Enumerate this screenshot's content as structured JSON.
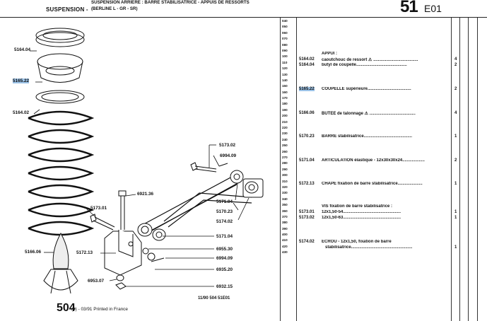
{
  "header": {
    "section": "SUSPENSION -",
    "subtitle_line1": "SUSPENSION ARRIERE : BARRE STABILISATRICE - APPUIS DE RESSORTS",
    "subtitle_line2": "(BERLINE L - GR - SR)",
    "page_number": "51",
    "page_code": "E01"
  },
  "ruler": [
    "040",
    "050",
    "060",
    "070",
    "080",
    "090",
    "100",
    "110",
    "120",
    "130",
    "140",
    "150",
    "160",
    "170",
    "180",
    "190",
    "200",
    "210",
    "220",
    "230",
    "240",
    "250",
    "260",
    "270",
    "280",
    "290",
    "300",
    "310",
    "320",
    "330",
    "340",
    "350",
    "360",
    "370",
    "380",
    "390",
    "400",
    "410",
    "420",
    "430"
  ],
  "parts": [
    {
      "ref": "",
      "desc": "APPUI :",
      "qty": ""
    },
    {
      "ref": "5164.02",
      "desc": "caoutchouc de ressort ⚠ ......................................",
      "qty": "4"
    },
    {
      "ref": "5164.04",
      "desc": "butyl de coupelle...........................................",
      "qty": "2"
    },
    {
      "ref": "5165.22",
      "desc": "COUPELLE supérieure.....................................",
      "qty": "2"
    },
    {
      "ref": "5166.06",
      "desc": "BUTEE de talonnage ⚠ .......................................",
      "qty": "4"
    },
    {
      "ref": "5170.23",
      "desc": "BARRE stabilisatrice.........................................",
      "qty": "1"
    },
    {
      "ref": "5171.04",
      "desc": "ARTICULATION élastique - 12x30x30x24...................",
      "qty": "2"
    },
    {
      "ref": "5172.13",
      "desc": "CHAPE fixation de barre stabilisatrice.....................",
      "qty": "1"
    },
    {
      "ref": "",
      "desc": "VIS fixation de barre stabilisatrice :",
      "qty": ""
    },
    {
      "ref": "5173.01",
      "desc": "12x1,50-54.................................................",
      "qty": "1"
    },
    {
      "ref": "5173.02",
      "desc": "12x1,50-63.................................................",
      "qty": "1"
    },
    {
      "ref": "5174.02",
      "desc": "ECROU - 12x1,50, fixation de barre",
      "qty": ""
    },
    {
      "ref": "",
      "desc": "stabilisatrice....................................................",
      "qty": "1"
    }
  ],
  "diagram_labels": {
    "l5164_04": "5164.04",
    "l5165_22": "5165.22",
    "l5164_02": "5164.02",
    "l5166_06": "5166.06",
    "l5172_13": "5172.13",
    "l5173_01": "5173.01",
    "l6953_07": "6953.07",
    "l5173_02": "5173.02",
    "l6994_09a": "6994.09",
    "l6921_36": "6921.36",
    "l5171_04a": "5171.04",
    "l5170_23": "5170.23",
    "l5174_02": "5174.02",
    "l5171_04b": "5171.04",
    "l6955_30": "6955.30",
    "l6994_09b": "6994.09",
    "l6935_20": "6935.20",
    "l6932_15": "6932.15"
  },
  "footer": {
    "number": "504",
    "suffix": "(0) - 03/91 Printed in France",
    "code": "11/90  504  51E01"
  },
  "colors": {
    "highlight": "#9cc3e8"
  }
}
